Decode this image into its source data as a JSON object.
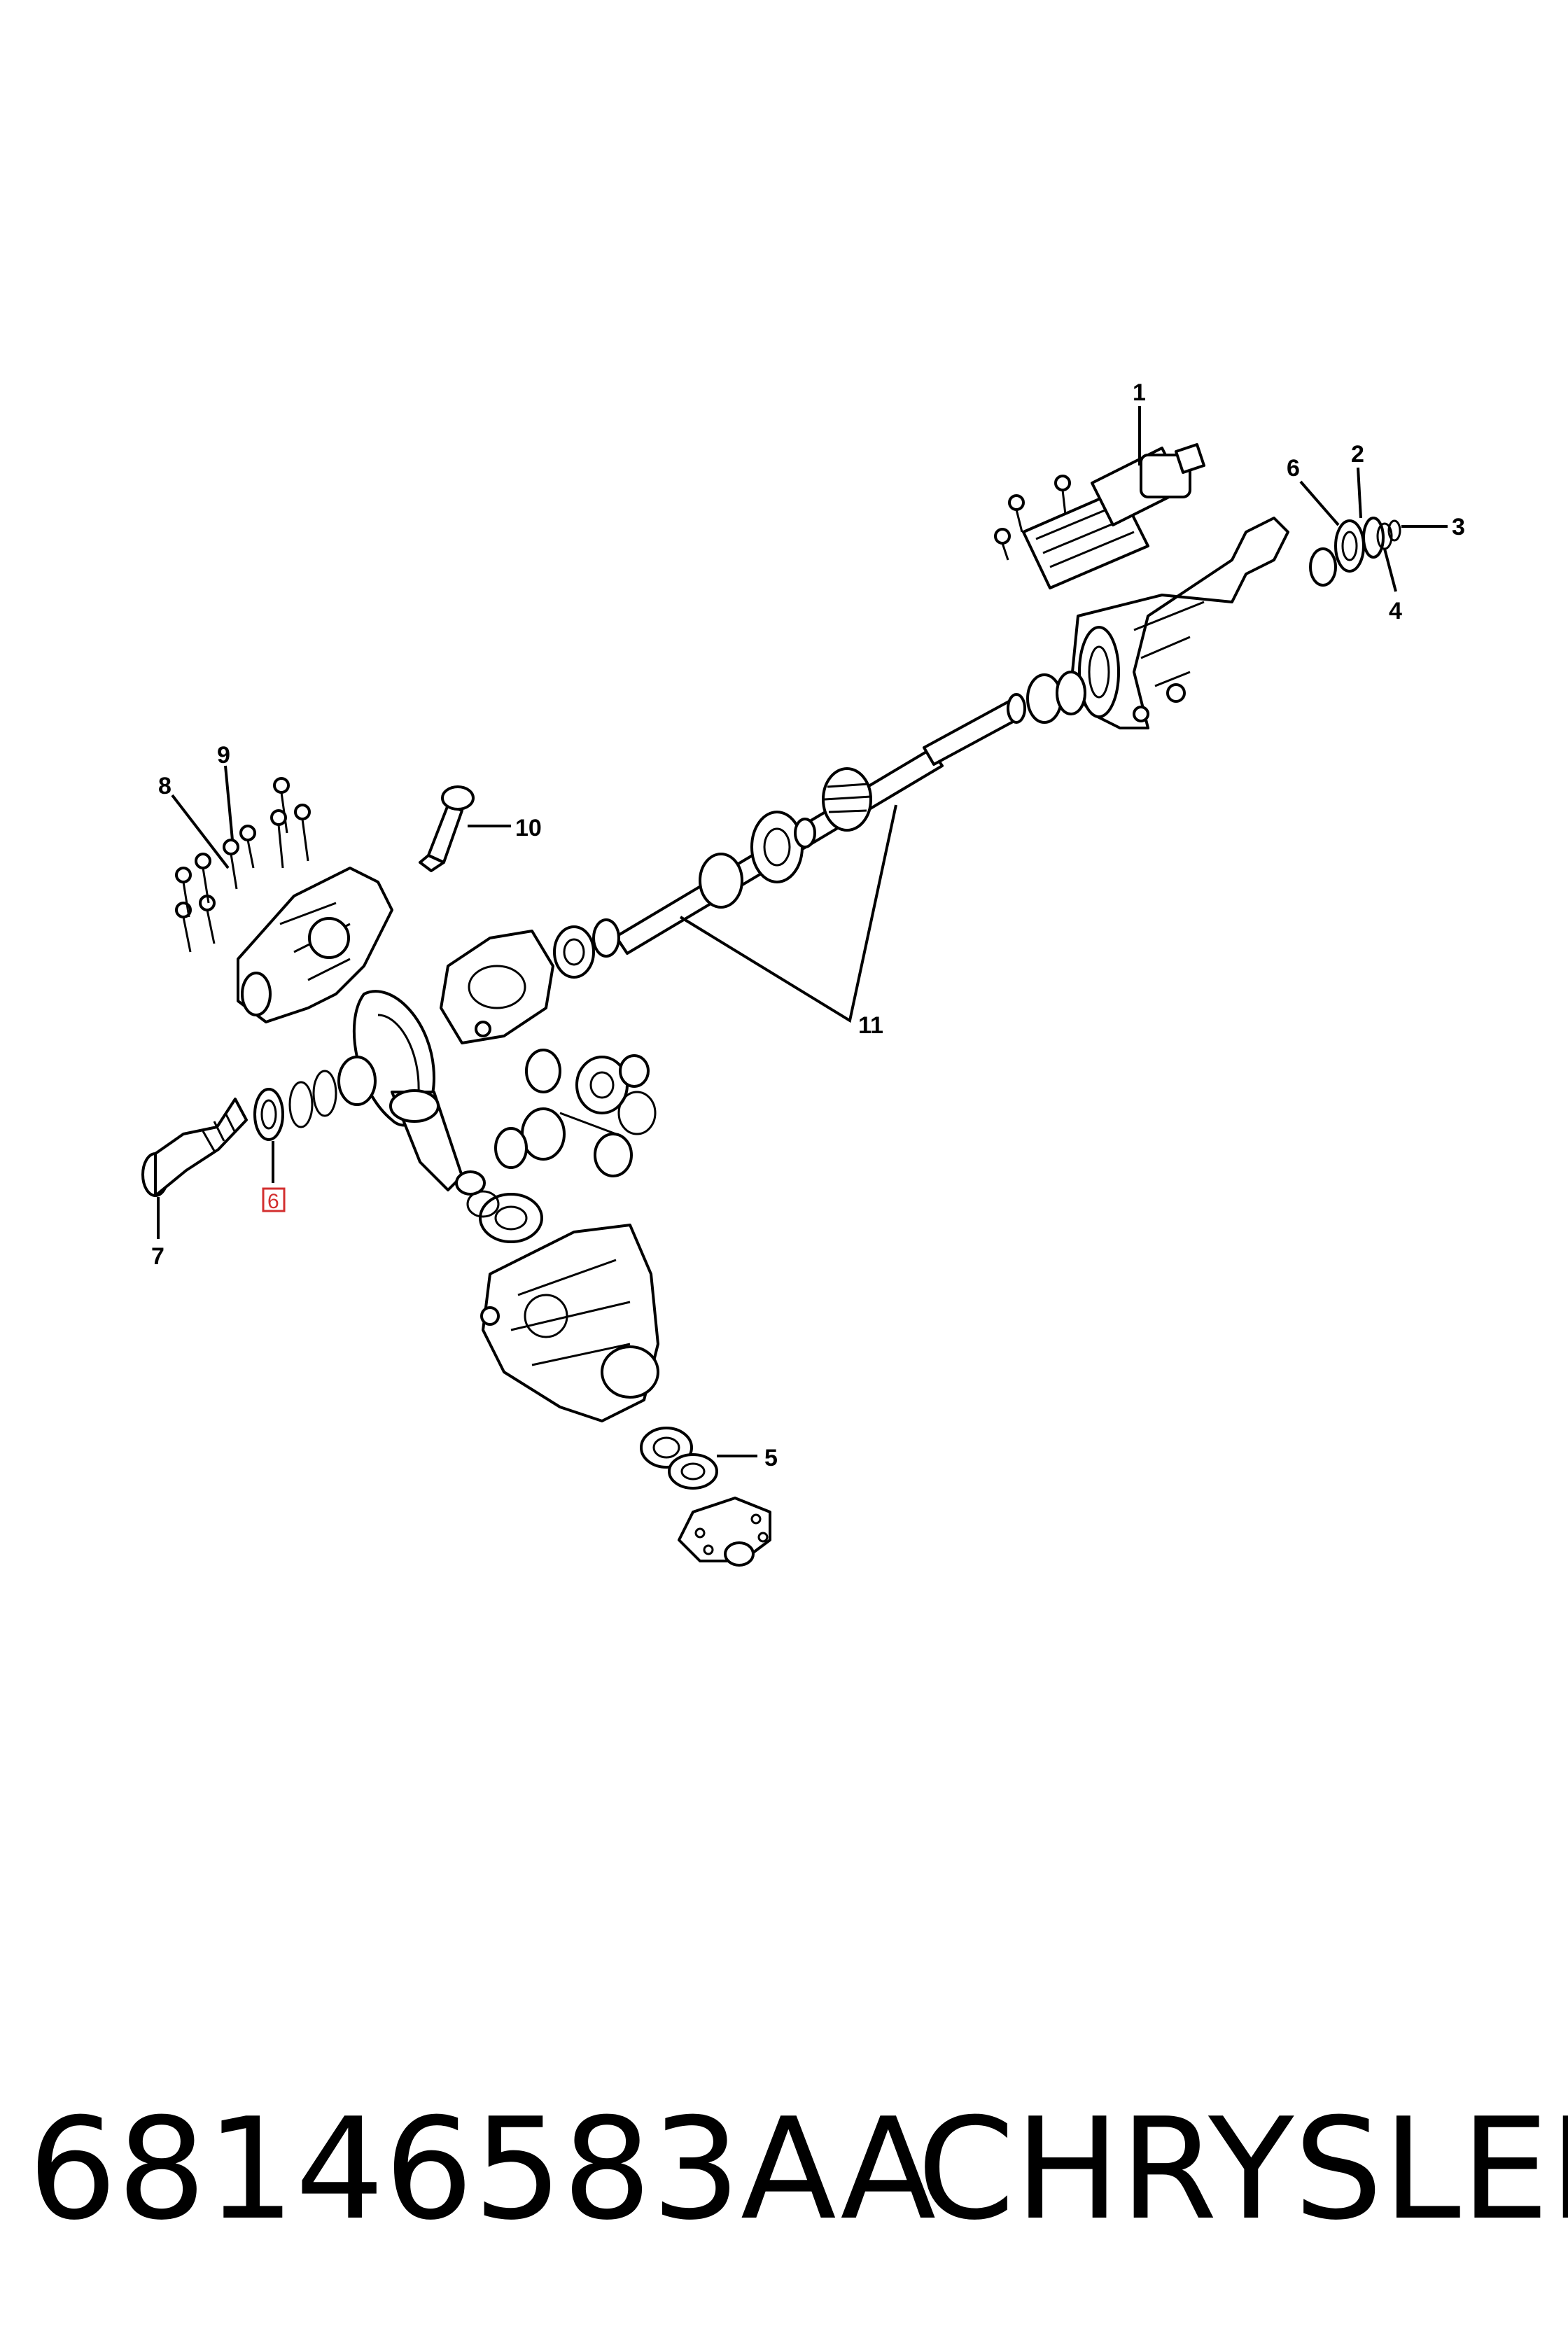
{
  "callouts": {
    "c1": "1",
    "c2": "2",
    "c3": "3",
    "c4": "4",
    "c5": "5",
    "c6a": "6",
    "c6b": "6",
    "c7": "7",
    "c8": "8",
    "c9": "9",
    "c10": "10",
    "c11": "11"
  },
  "footer": {
    "part_number": "68146583AA",
    "brand": "CHRYSLER"
  },
  "colors": {
    "highlight": "#d32f2f",
    "line": "#000000",
    "background": "#ffffff"
  }
}
